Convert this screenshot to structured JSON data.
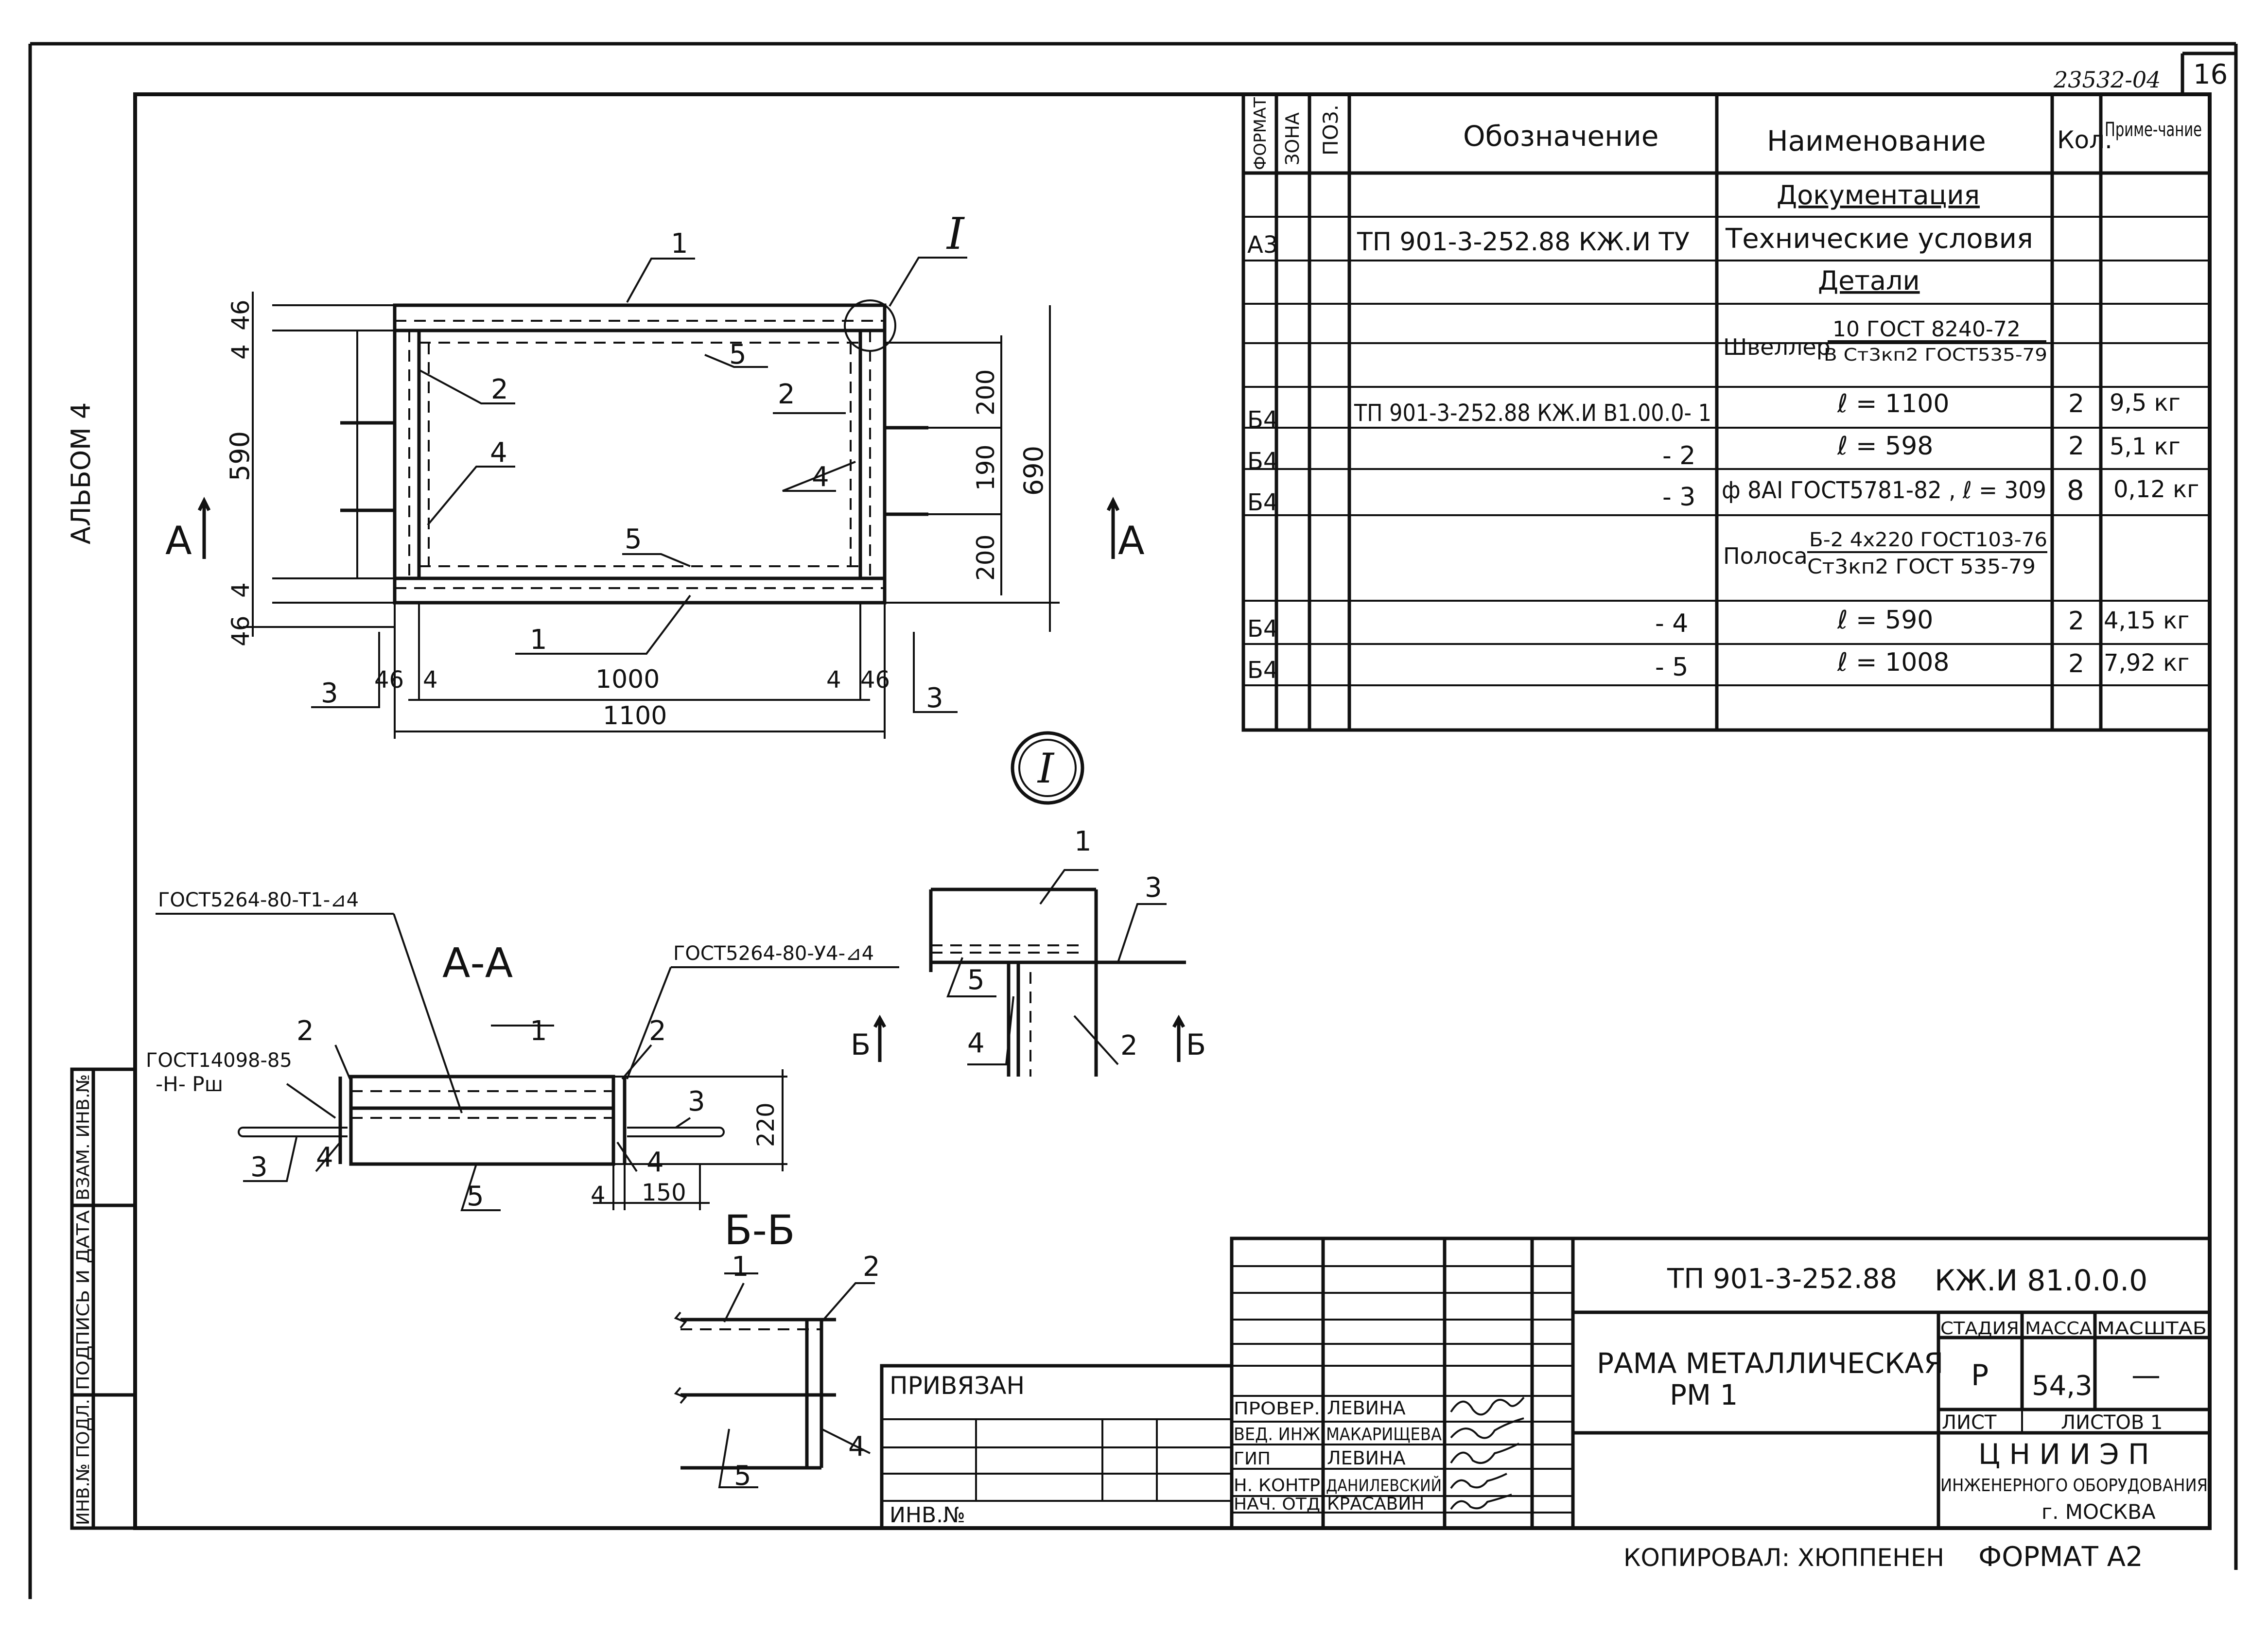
{
  "sheet": {
    "doc_code_top": "23532-04",
    "sheet_number": "16",
    "album_label": "АЛЬБОМ 4"
  },
  "spec_table": {
    "headers": {
      "format": "ФОРМАТ",
      "zone": "ЗОНА",
      "pos": "ПОЗ.",
      "designation": "Обозначение",
      "name": "Наименование",
      "qty": "Кол.",
      "note": "Приме-чание"
    },
    "section_documentation": "Документация",
    "section_details": "Детали",
    "rows": {
      "tu_format": "А3",
      "tu_designation": "ТП 901-3-252.88   КЖ.И ТУ",
      "tu_name": "Технические условия",
      "channel_name": "Швеллер",
      "channel_top": "10 ГОСТ 8240-72",
      "channel_bottom": "В Ст3кп2 ГОСТ535-79",
      "r1_format": "Б4",
      "r1_designation": "ТП 901-3-252.88 КЖ.И В1.00.0- 1",
      "r1_name": "ℓ = 1100",
      "r1_qty": "2",
      "r1_note": "9,5 кг",
      "r2_format": "Б4",
      "r2_designation": "- 2",
      "r2_name": "ℓ = 598",
      "r2_qty": "2",
      "r2_note": "5,1 кг",
      "r3_format": "Б4",
      "r3_designation": "- 3",
      "r3_name": "ф 8АI ГОСТ5781-82 , ℓ = 309",
      "r3_qty": "8",
      "r3_note": "0,12 кг",
      "strip_name": "Полоса",
      "strip_top": "Б-2 4х220 ГОСТ103-76",
      "strip_bottom": "Ст3кп2 ГОСТ 535-79",
      "r4_format": "Б4",
      "r4_designation": "- 4",
      "r4_name": "ℓ = 590",
      "r4_qty": "2",
      "r4_note": "4,15 кг",
      "r5_format": "Б4",
      "r5_designation": "- 5",
      "r5_name": "ℓ = 1008",
      "r5_qty": "2",
      "r5_note": "7,92 кг"
    }
  },
  "plan": {
    "pos1_top": "1",
    "pos1_bottom": "1",
    "pos2_left": "2",
    "pos2_right": "2",
    "pos4_left": "4",
    "pos4_right": "4",
    "pos5_top": "5",
    "pos5_bottom": "5",
    "pos3_left": "3",
    "pos3_right": "3",
    "node_mark": "I",
    "section_a_left": "А",
    "section_a_right": "А",
    "dim_left_top_46": "46",
    "dim_left_top_4": "4",
    "dim_590": "590",
    "dim_left_bot_4": "4",
    "dim_left_bot_46": "46",
    "dim_200_top": "200",
    "dim_190": "190",
    "dim_200_bot": "200",
    "dim_690": "690",
    "dim_46_left": "46",
    "dim_4_left": "4",
    "dim_1000": "1000",
    "dim_4_right": "4",
    "dim_46_right": "46",
    "dim_1100": "1100"
  },
  "section_aa": {
    "title": "А-А",
    "weld_left": "ГОСТ5264-80-Т1-⊿4",
    "weld_right": "ГОСТ5264-80-У4-⊿4",
    "weld_note_1": "ГОСТ14098-85",
    "weld_note_2": "-Н- Рш",
    "pos1": "1",
    "pos2_left": "2",
    "pos2_right": "2",
    "pos3_left": "3",
    "pos3_right": "3",
    "pos4_left": "4",
    "pos4_right": "4",
    "pos5": "5",
    "dim_220": "220",
    "dim_4": "4",
    "dim_150": "150"
  },
  "node_detail": {
    "mark": "I",
    "pos1": "1",
    "pos2": "2",
    "pos3": "3",
    "pos4": "4",
    "pos5": "5",
    "section_b_left": "Б",
    "section_b_right": "Б"
  },
  "section_bb": {
    "title": "Б-Б",
    "pos1": "1",
    "pos2": "2",
    "pos4": "4",
    "pos5": "5"
  },
  "side_stamp": {
    "c1": "ИНВ.№ ПОДЛ.",
    "c2": "ПОДПИСЬ И ДАТА",
    "c3": "ВЗАМ. ИНВ.№"
  },
  "title_block": {
    "bound_label": "ПРИВЯЗАН",
    "inv_label": "ИНВ.№",
    "doc_code": "ТП 901-3-252.88",
    "doc_mark": "КЖ.И 81.0.0.0",
    "title_line1": "РАМА МЕТАЛЛИЧЕСКАЯ",
    "title_line2": "РМ 1",
    "stage_header": "СТАДИЯ",
    "mass_header": "МАССА",
    "scale_header": "МАСШТАБ",
    "stage_value": "Р",
    "mass_value": "54,3",
    "scale_value": "—",
    "sheet_label": "ЛИСТ",
    "sheets_label": "ЛИСТОВ 1",
    "org_line1": "Ц Н И И Э П",
    "org_line2": "ИНЖЕНЕРНОГО ОБОРУДОВАНИЯ",
    "org_line3": "г. МОСКВА",
    "roles": [
      "ПРОВЕР.",
      "ВЕД. ИНЖ",
      "ГИП",
      "Н. КОНТР",
      "НАЧ. ОТД"
    ],
    "names": [
      "ЛЕВИНА",
      "МАКАРИЩЕВА",
      "ЛЕВИНА",
      "ДАНИЛЕВСКИЙ",
      "КРАСАВИН"
    ]
  },
  "footer": {
    "copied_by": "КОПИРОВАЛ: ХЮППЕНЕН",
    "format": "ФОРМАТ А2"
  }
}
